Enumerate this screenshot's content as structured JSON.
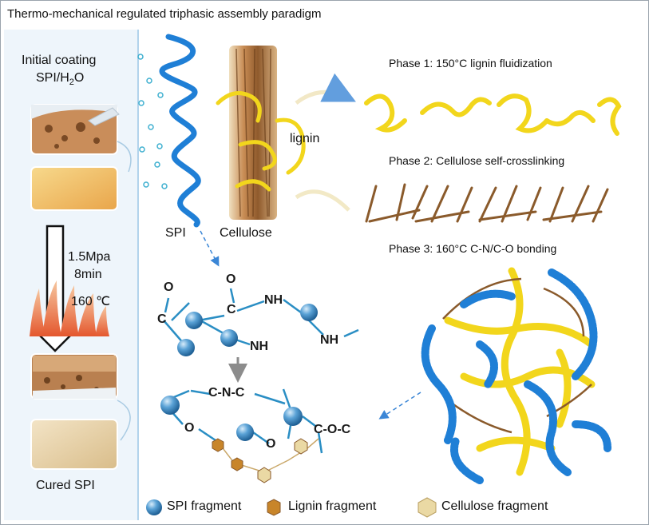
{
  "title": "Thermo-mechanical regulated triphasic assembly paradigm",
  "left_panel": {
    "initial_coating": "Initial coating",
    "spi_h2o_prefix": "SPI/H",
    "spi_h2o_sub": "2",
    "spi_h2o_suffix": "O",
    "pressure": "1.5Mpa",
    "time": "8min",
    "temperature": "160 ℃",
    "cured": "Cured SPI"
  },
  "components": {
    "spi": "SPI",
    "cellulose": "Cellulose",
    "lignin": "lignin"
  },
  "phases": [
    {
      "label": "Phase 1: 150°C lignin fluidization"
    },
    {
      "label": "Phase 2: Cellulose self-crosslinking"
    },
    {
      "label": "Phase 3: 160°C C-N/C-O bonding"
    }
  ],
  "molecule_top": {
    "o1": "O",
    "o2": "O",
    "c1": "C",
    "c2": "C",
    "nh1": "NH",
    "nh2": "NH",
    "nh3": "NH"
  },
  "molecule_bottom": {
    "cnc": "C-N-C",
    "coc": "C-O-C",
    "o1": "O",
    "o2": "O"
  },
  "legend": [
    {
      "label": "SPI fragment",
      "icon": "sphere-icon"
    },
    {
      "label": "Lignin fragment",
      "icon": "hexagon-icon"
    },
    {
      "label": "Cellulose fragment",
      "icon": "hexagon-icon"
    }
  ],
  "colors": {
    "spi_blue": "#1f7fd6",
    "sphere": "#4f9ad0",
    "lignin_yellow": "#f2d61c",
    "cellulose_brown": "#8a5a2b",
    "lignin_hex": "#c8852a",
    "cellulose_hex": "#ead9a4",
    "arrow_blue": "#3b86d6",
    "bond_line": "#2a8ec4"
  }
}
